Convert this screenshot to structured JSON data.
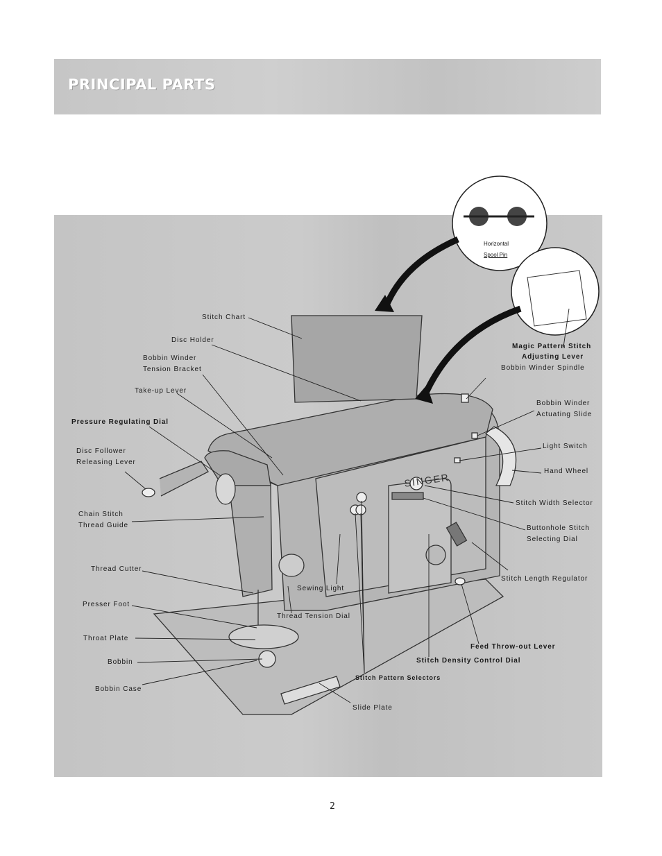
{
  "header": {
    "title": "PRINCIPAL PARTS"
  },
  "inset": {
    "spool_pin_line1": "Horizontal",
    "spool_pin_line2": "Spool Pin"
  },
  "machine_brand": "SINGER",
  "labels": {
    "stitch_chart": "Stitch Chart",
    "disc_holder": "Disc Holder",
    "bobbin_winder_tension_1": "Bobbin Winder",
    "bobbin_winder_tension_2": "Tension Bracket",
    "take_up_lever": "Take-up Lever",
    "pressure_regulating_dial": "Pressure Regulating Dial",
    "disc_follower_1": "Disc Follower",
    "disc_follower_2": "Releasing Lever",
    "chain_stitch_1": "Chain Stitch",
    "chain_stitch_2": "Thread Guide",
    "thread_cutter": "Thread Cutter",
    "presser_foot": "Presser Foot",
    "throat_plate": "Throat Plate",
    "bobbin": "Bobbin",
    "bobbin_case": "Bobbin Case",
    "slide_plate": "Slide Plate",
    "magic_pattern_1": "Magic Pattern Stitch",
    "magic_pattern_2": "Adjusting Lever",
    "bobbin_winder_spindle": "Bobbin Winder Spindle",
    "bobbin_winder_slide_1": "Bobbin Winder",
    "bobbin_winder_slide_2": "Actuating Slide",
    "light_switch": "Light Switch",
    "hand_wheel": "Hand Wheel",
    "stitch_width_selector": "Stitch Width Selector",
    "buttonhole_1": "Buttonhole Stitch",
    "buttonhole_2": "Selecting Dial",
    "stitch_length_regulator": "Stitch Length Regulator",
    "feed_throw_out_lever": "Feed Throw-out Lever",
    "stitch_density_control_dial": "Stitch Density Control Dial",
    "stitch_pattern_selectors": "Stitch Pattern Selectors",
    "sewing_light": "Sewing Light",
    "thread_tension_dial": "Thread Tension Dial"
  },
  "page_number": "2"
}
